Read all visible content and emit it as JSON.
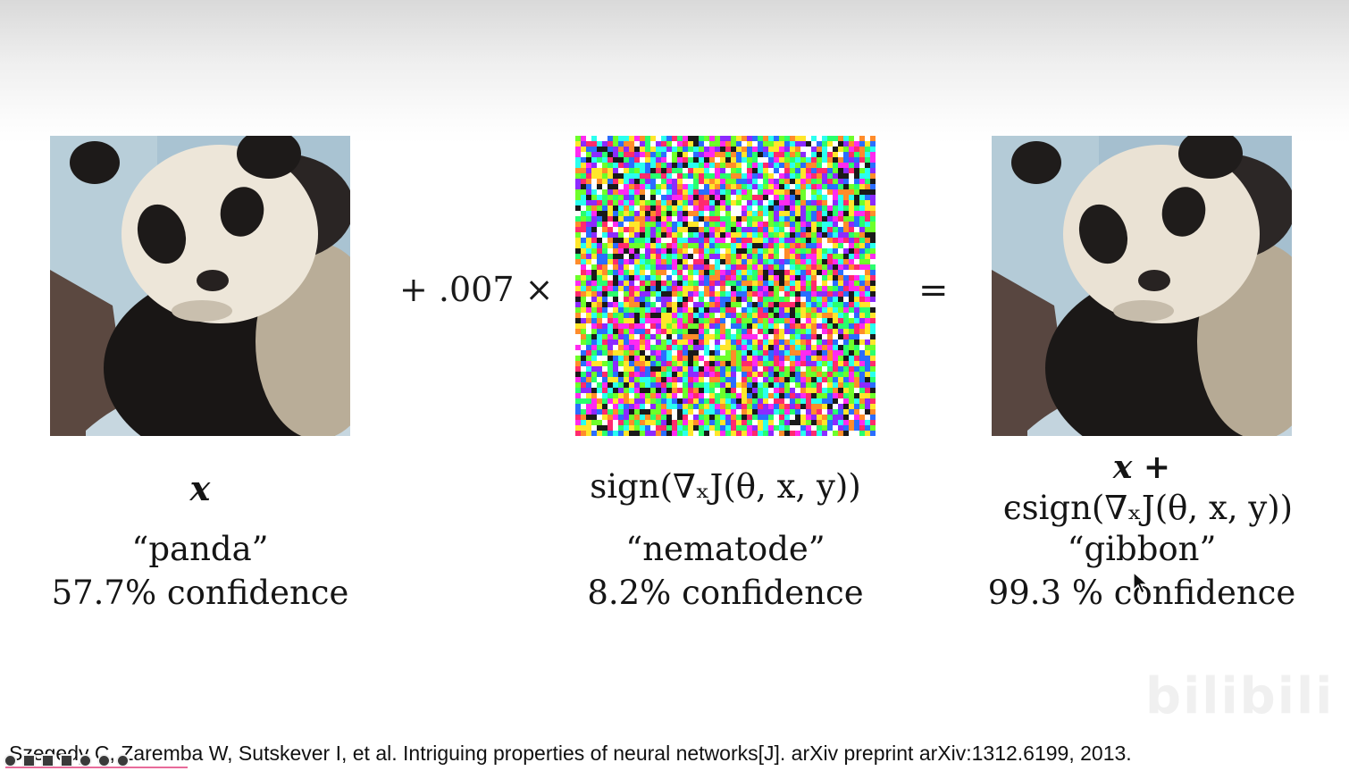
{
  "figure": {
    "panels": [
      {
        "formula": "x",
        "label": "“panda”",
        "confidence": "57.7% confidence"
      },
      {
        "formula": "sign(∇ₓJ(θ, x, y))",
        "label": "“nematode”",
        "confidence": "8.2% confidence"
      },
      {
        "formula_line1": "x +",
        "formula_line2": "ϵsign(∇ₓJ(θ, x, y))",
        "label": "“gibbon”",
        "confidence": "99.3 % confidence"
      }
    ],
    "operator_plus": "+ .007 ×",
    "operator_equals": "="
  },
  "citation": "Szegedy C, Zaremba W, Sutskever I, et al. Intriguing properties of neural networks[J]. arXiv preprint arXiv:1312.6199, 2013.",
  "watermark": "bilibili 首发",
  "icons": [
    "panda-image",
    "noise-image",
    "adversarial-panda-image",
    "mouse-cursor-icon",
    "player-control-icons"
  ]
}
